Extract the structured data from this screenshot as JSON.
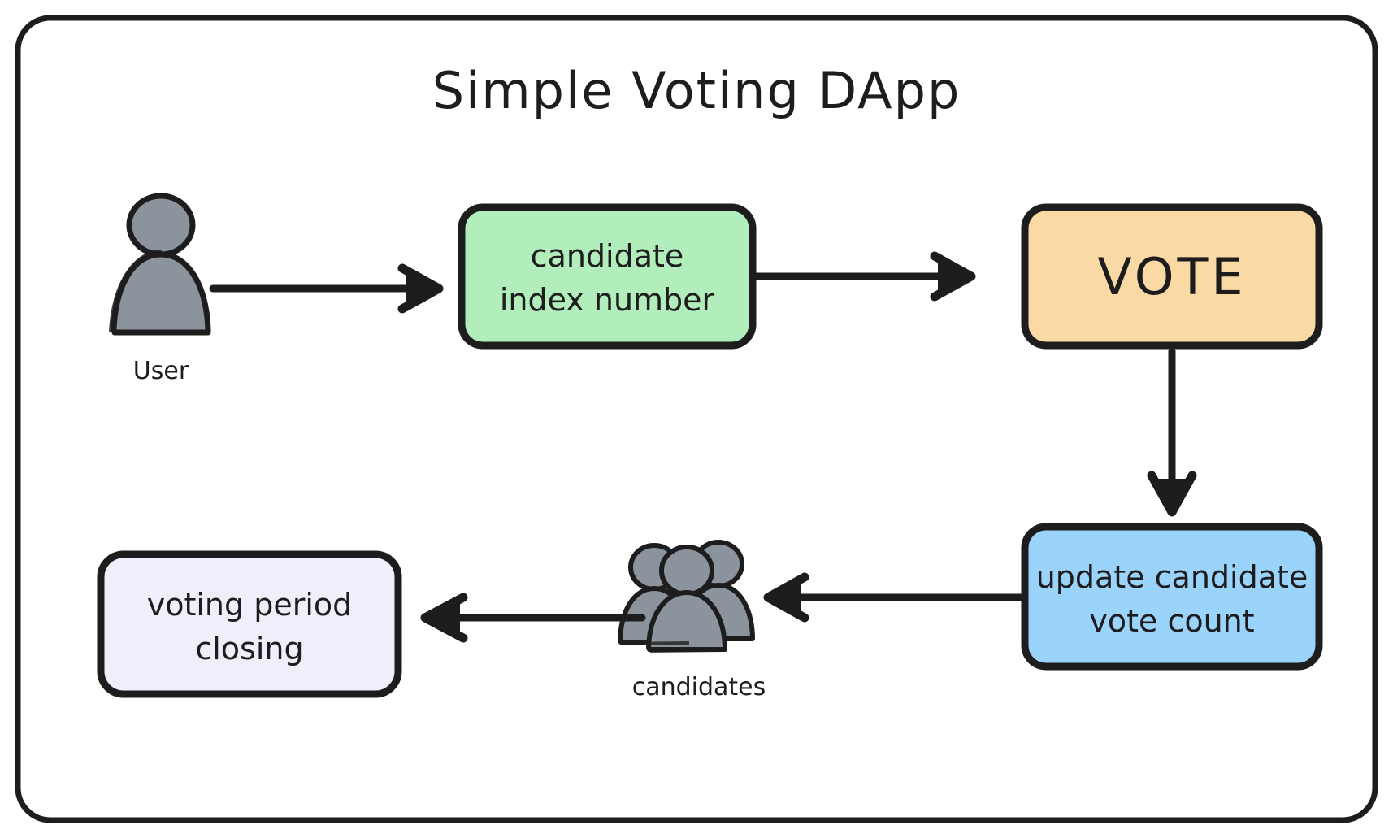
{
  "diagram": {
    "title": "Simple Voting DApp",
    "background": "#ffffff",
    "frame_color": "#1d1d1d",
    "nodes": [
      {
        "id": "user",
        "type": "actor-icon",
        "icon": "user-icon",
        "caption": "User",
        "fill": "#8b949c",
        "stroke": "#1d1d1d"
      },
      {
        "id": "candidate-index",
        "type": "process-box",
        "line1": "candidate",
        "line2": "index number",
        "fill": "#b1eebb",
        "stroke": "#1d1d1d"
      },
      {
        "id": "vote",
        "type": "process-box",
        "line1": "VOTE",
        "line2": "",
        "fill": "#fbd9a5",
        "stroke": "#1d1d1d"
      },
      {
        "id": "update-count",
        "type": "process-box",
        "line1": "update candidate",
        "line2": "vote count",
        "fill": "#9ad3fb",
        "stroke": "#1d1d1d"
      },
      {
        "id": "candidates",
        "type": "actor-icon",
        "icon": "users-group-icon",
        "caption": "candidates",
        "fill": "#8b949c",
        "stroke": "#1d1d1d"
      },
      {
        "id": "voting-period-closing",
        "type": "process-box",
        "line1": "voting period",
        "line2": "closing",
        "fill": "#f0eefb",
        "stroke": "#1d1d1d"
      }
    ],
    "edges": [
      {
        "id": "e1",
        "from": "user",
        "to": "candidate-index",
        "direction": "right",
        "label": ""
      },
      {
        "id": "e2",
        "from": "candidate-index",
        "to": "vote",
        "direction": "right",
        "label": ""
      },
      {
        "id": "e3",
        "from": "vote",
        "to": "update-count",
        "direction": "down",
        "label": ""
      },
      {
        "id": "e4",
        "from": "update-count",
        "to": "candidates",
        "direction": "left",
        "label": ""
      },
      {
        "id": "e5",
        "from": "candidates",
        "to": "voting-period-closing",
        "direction": "left",
        "label": ""
      }
    ]
  }
}
